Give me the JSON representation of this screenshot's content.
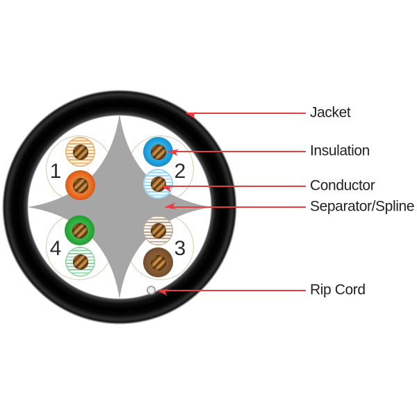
{
  "diagram_subject": "UTP cable cross-section",
  "annotations": [
    {
      "label": "Jacket"
    },
    {
      "label": "Insulation"
    },
    {
      "label": "Conductor"
    },
    {
      "label": "Separator/Spline"
    },
    {
      "label": "Rip Cord"
    }
  ],
  "pairs": [
    {
      "number": "1",
      "wires": [
        "white-orange striped",
        "orange solid"
      ]
    },
    {
      "number": "2",
      "wires": [
        "blue solid",
        "white-blue striped"
      ]
    },
    {
      "number": "4",
      "wires": [
        "green solid",
        "white-green striped"
      ]
    },
    {
      "number": "3",
      "wires": [
        "white-brown striped",
        "brown solid"
      ]
    }
  ],
  "colors": {
    "jacket": "#000000",
    "spline": "#a6a6a6",
    "red": "#ee3b40",
    "text": "#231f20",
    "pair-outline": "#d6c9ab",
    "copper": "#a5702f",
    "copper-dark": "#5f3a14",
    "copper-light": "#d09a55",
    "blue": "#1b9cd8",
    "blue-dark": "#0c7cb5",
    "blue-light": "#3eb0e4",
    "stripe-blue": "#96d7f2",
    "orange": "#e2631c",
    "orange-dark": "#c04510",
    "orange-light": "#f08538",
    "stripe-orange": "#e9ad6d",
    "cream": "#fdf4e1",
    "green": "#27a637",
    "green-dark": "#0f8a20",
    "green-light": "#3cb94d",
    "stripe-green": "#8ed3a4",
    "brown": "#7a5130",
    "brown-dark": "#58381c",
    "brown-light": "#8d6136",
    "stripe-brown": "#b4a18f",
    "brown-cream": "#faf5ee",
    "ripcord-fill": "#efefef",
    "ripcord-edge": "#a3a3a3"
  }
}
